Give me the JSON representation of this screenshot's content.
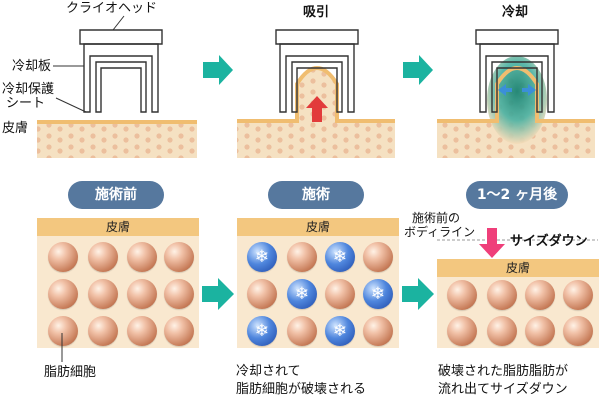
{
  "top": {
    "head_label": "クライオヘッド",
    "plate_label": "冷却板",
    "sheet_label_line1": "冷却保護",
    "sheet_label_line2": "シート",
    "skin_label": "皮膚",
    "suction_title": "吸引",
    "cooling_title": "冷却"
  },
  "stages": {
    "before": "施術前",
    "during": "施術",
    "after": "1〜2 ヶ月後"
  },
  "bottom": {
    "skin_label": "皮膚",
    "fat_cell_label": "脂肪細胞",
    "during_caption_line1": "冷却されて",
    "during_caption_line2": "脂肪細胞が破壊される",
    "bodyline_line1": "施術前の",
    "bodyline_line2": "ボディライン",
    "size_down": "サイズダウン",
    "after_caption_line1": "破壊された脂肪脂肪が",
    "after_caption_line2": "流れ出てサイズダウン",
    "snow_glyph": "❄"
  },
  "colors": {
    "skin": "#f3c77f",
    "fat_bg": "#f9e8cf",
    "pill": "#56789e",
    "arrow": "#1bb3a0",
    "red_arrow": "#e23b3b",
    "pink_arrow": "#ef3f7a",
    "cool_blue": "#3b8fd8"
  }
}
